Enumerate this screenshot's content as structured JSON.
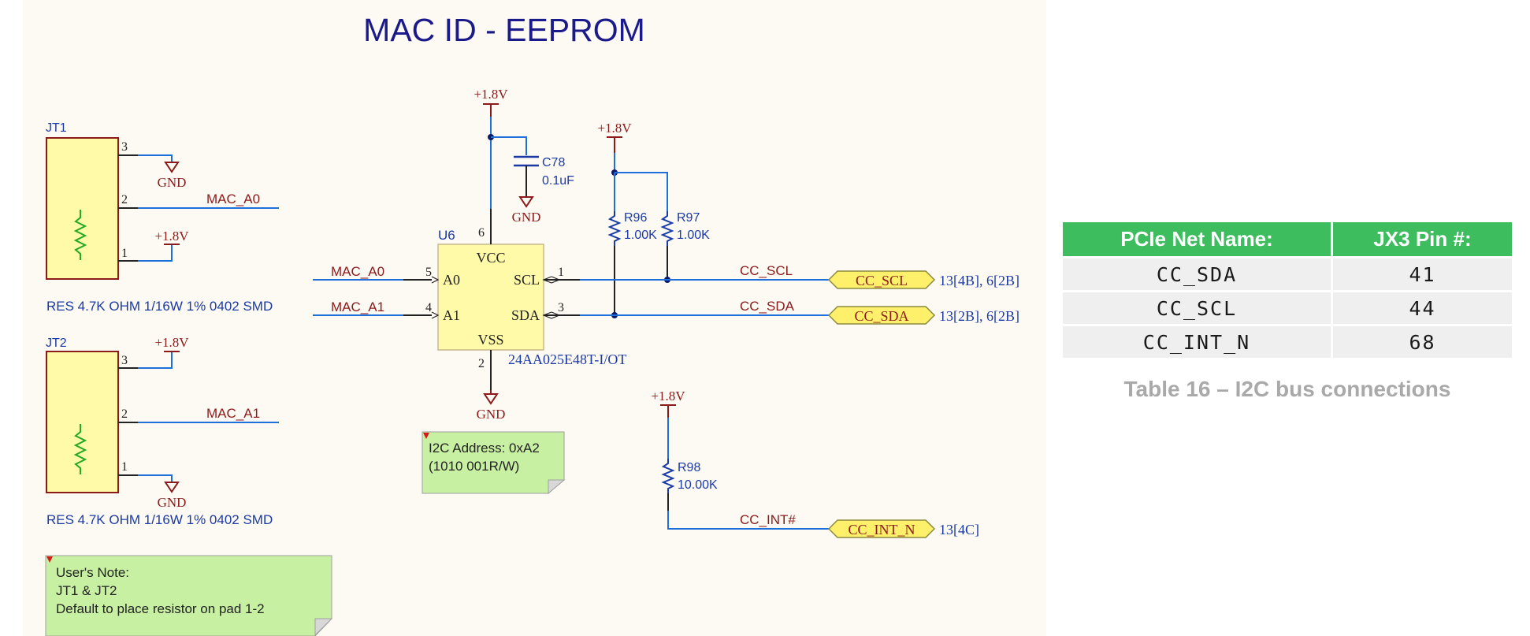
{
  "title": "MAC ID - EEPROM",
  "colors": {
    "sheet_bg": "#fdf9f3",
    "wire": "#1e6fd9",
    "net_label": "#8b1a1a",
    "designator": "#1a3aa6",
    "component_fill": "#fffaa8",
    "component_outline": "#8b1a1a",
    "note_fill": "#c8f0a3",
    "port_fill": "#fff06b",
    "table_header": "#3dbd5d"
  },
  "jt1": {
    "designator": "JT1",
    "pins": [
      "3",
      "2",
      "1"
    ],
    "gnd": "GND",
    "net": "MAC_A0",
    "power": "+1.8V",
    "description": "RES 4.7K OHM 1/16W 1% 0402 SMD"
  },
  "jt2": {
    "designator": "JT2",
    "pins": [
      "3",
      "2",
      "1"
    ],
    "power": "+1.8V",
    "net": "MAC_A1",
    "gnd": "GND",
    "description": "RES 4.7K OHM 1/16W 1% 0402 SMD"
  },
  "u6": {
    "designator": "U6",
    "part": "24AA025E48T-I/OT",
    "vcc": "VCC",
    "vss": "VSS",
    "a0": "A0",
    "a1": "A1",
    "scl": "SCL",
    "sda": "SDA",
    "pin_a0": "5",
    "pin_a1": "4",
    "pin_scl": "1",
    "pin_sda": "3",
    "pin_vcc": "6",
    "pin_vss": "2",
    "net_a0": "MAC_A0",
    "net_a1": "MAC_A1",
    "power": "+1.8V",
    "gnd": "GND"
  },
  "c78": {
    "designator": "C78",
    "value": "0.1uF",
    "gnd": "GND"
  },
  "r96": {
    "designator": "R96",
    "value": "1.00K"
  },
  "r97": {
    "designator": "R97",
    "value": "1.00K"
  },
  "pullup_power": "+1.8V",
  "r98": {
    "designator": "R98",
    "value": "10.00K",
    "power": "+1.8V"
  },
  "nets": {
    "scl": "CC_SCL",
    "sda": "CC_SDA",
    "int": "CC_INT#"
  },
  "ports": {
    "scl": {
      "label": "CC_SCL",
      "ref": "13[4B], 6[2B]"
    },
    "sda": {
      "label": "CC_SDA",
      "ref": "13[2B], 6[2B]"
    },
    "int": {
      "label": "CC_INT_N",
      "ref": "13[4C]"
    }
  },
  "i2c_note": {
    "line1": "I2C Address: 0xA2",
    "line2": "(1010 001R/W)"
  },
  "user_note": {
    "line1": "User's Note:",
    "line2": "JT1 & JT2",
    "line3": "Default to place resistor on pad 1-2"
  },
  "table": {
    "headers": [
      "PCIe Net Name:",
      "JX3 Pin #:"
    ],
    "rows": [
      [
        "CC_SDA",
        "41"
      ],
      [
        "CC_SCL",
        "44"
      ],
      [
        "CC_INT_N",
        "68"
      ]
    ],
    "caption": "Table 16 – I2C bus connections"
  }
}
